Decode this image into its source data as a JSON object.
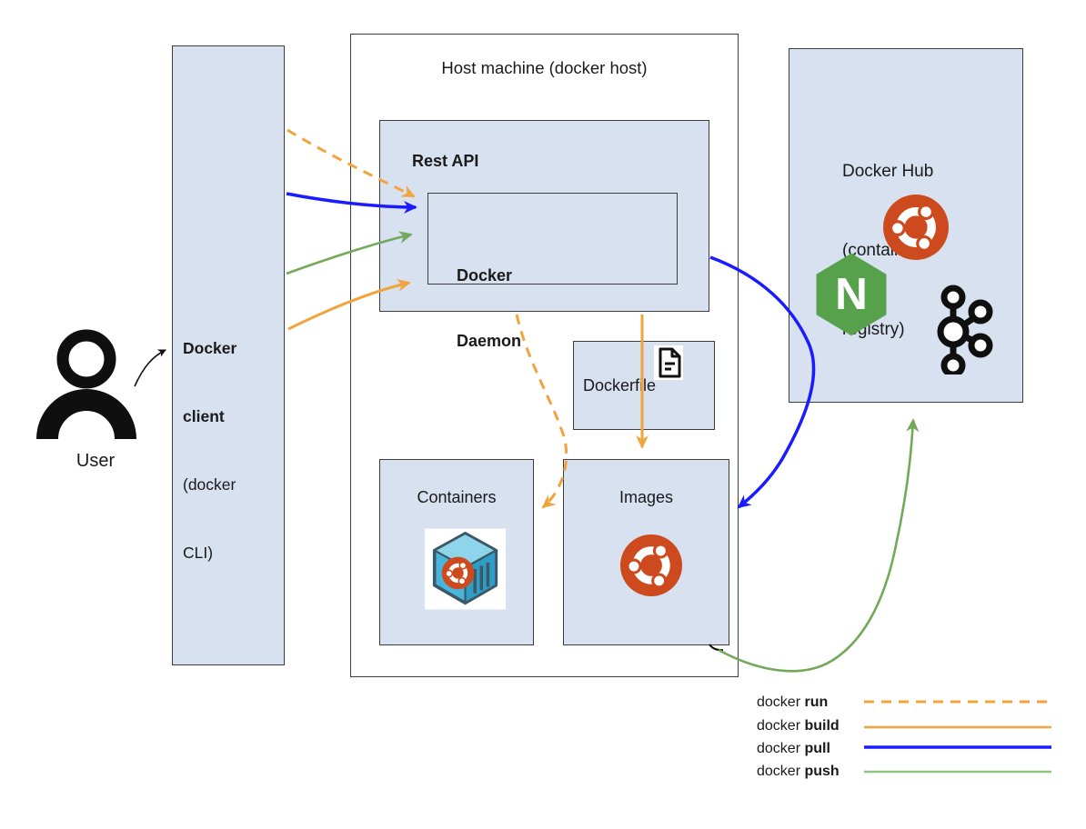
{
  "colors": {
    "box_fill": "#d7e1f0",
    "border": "#3d3d3d",
    "arrow_orange": "#f2a43c",
    "arrow_blue": "#1b1bff",
    "arrow_green": "#72a95a",
    "legend_green": "#92c47d",
    "ubuntu_orange": "#cd4a1f",
    "nginx_green": "#57a04c",
    "cube_top": "#8ed4ea",
    "cube_front": "#49b4dc",
    "cube_side": "#2f9dc5",
    "cube_outline": "#3b5866",
    "black": "#0f0f0f"
  },
  "user": {
    "label": "User"
  },
  "client": {
    "title_lines": [
      "Docker",
      "client"
    ],
    "subtitle_lines": [
      "(docker",
      "CLI)"
    ]
  },
  "host": {
    "title": "Host machine (docker host)"
  },
  "rest_api": {
    "label": "Rest API"
  },
  "daemon": {
    "lines": [
      "Docker",
      "Daemon"
    ]
  },
  "dockerfile": {
    "label": "Dockerfile"
  },
  "containers": {
    "label": "Containers"
  },
  "images": {
    "label": "Images"
  },
  "docker_hub": {
    "title_lines": [
      "Docker Hub",
      "(container",
      "registry)"
    ],
    "nginx_letter": "N"
  },
  "legend": {
    "items": [
      {
        "prefix": "docker ",
        "keyword": "run",
        "style": "dashed",
        "color": "orange"
      },
      {
        "prefix": "docker ",
        "keyword": "build",
        "style": "solid",
        "color": "orange"
      },
      {
        "prefix": "docker ",
        "keyword": "pull",
        "style": "solid",
        "color": "blue"
      },
      {
        "prefix": "docker ",
        "keyword": "push",
        "style": "solid",
        "color": "green"
      }
    ]
  }
}
